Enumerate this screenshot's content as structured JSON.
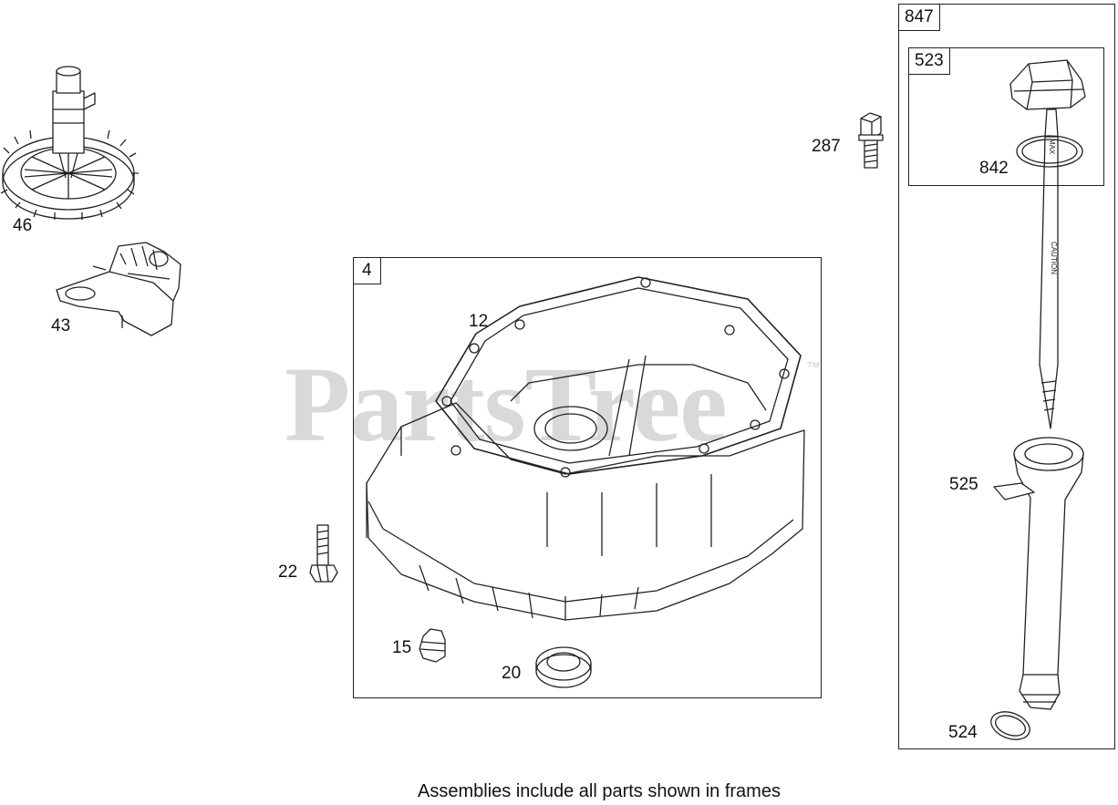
{
  "watermark": {
    "brand": "PartsTree",
    "trademark": "™"
  },
  "frames": {
    "f847": {
      "tag": "847"
    },
    "f523": {
      "tag": "523"
    },
    "f4": {
      "tag": "4"
    }
  },
  "parts": {
    "p46": "46",
    "p43": "43",
    "p287": "287",
    "p842": "842",
    "p12": "12",
    "p525": "525",
    "p22": "22",
    "p15": "15",
    "p20": "20",
    "p524": "524"
  },
  "dipstick_text": {
    "caution": "CAUTION",
    "max": "MAX"
  },
  "footer": {
    "note": "Assemblies include all parts shown in frames"
  }
}
